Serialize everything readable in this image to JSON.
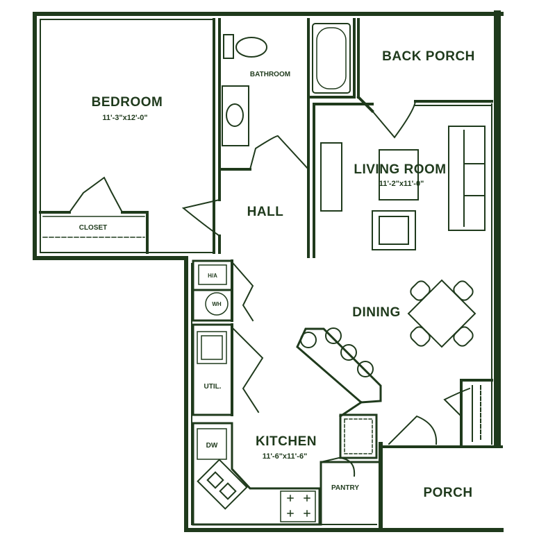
{
  "colors": {
    "ink": "#1f3a1c",
    "paper": "#ffffff"
  },
  "rooms": {
    "bedroom": {
      "name": "BEDROOM",
      "dims": "11'-3\"x12'-0\""
    },
    "closet": {
      "name": "CLOSET"
    },
    "bathroom": {
      "name": "BATHROOM"
    },
    "back_porch": {
      "name": "BACK PORCH"
    },
    "living_room": {
      "name": "LIVING ROOM",
      "dims": "11'-2\"x11'-0\""
    },
    "hall": {
      "name": "HALL"
    },
    "hvac": {
      "name": "H/A"
    },
    "water_heater": {
      "name": "WH"
    },
    "utility": {
      "name": "UTIL."
    },
    "dining": {
      "name": "DINING"
    },
    "kitchen": {
      "name": "KITCHEN",
      "dims": "11'-6\"x11'-6\""
    },
    "dishwasher": {
      "name": "DW"
    },
    "pantry": {
      "name": "PANTRY"
    },
    "porch": {
      "name": "PORCH"
    }
  }
}
